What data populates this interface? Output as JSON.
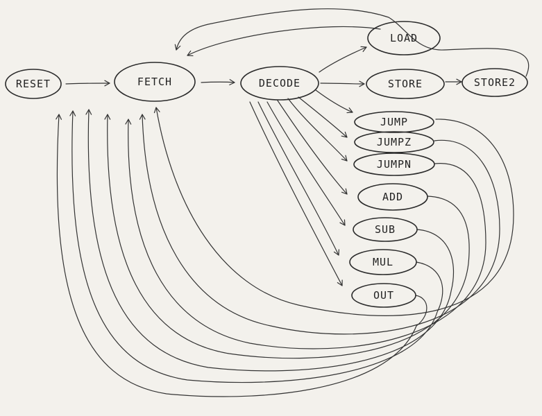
{
  "diagram": {
    "nodes": {
      "reset": {
        "label": "RESET"
      },
      "fetch": {
        "label": "FETCH"
      },
      "decode": {
        "label": "DECODE"
      },
      "load": {
        "label": "LOAD"
      },
      "store": {
        "label": "STORE"
      },
      "store2": {
        "label": "STORE2"
      },
      "jump": {
        "label": "JUMP"
      },
      "jumpz": {
        "label": "JUMPZ"
      },
      "jumpn": {
        "label": "JUMPN"
      },
      "add": {
        "label": "ADD"
      },
      "sub": {
        "label": "SUB"
      },
      "mul": {
        "label": "MUL"
      },
      "out": {
        "label": "OUT"
      }
    },
    "edges": [
      {
        "from": "reset",
        "to": "fetch"
      },
      {
        "from": "fetch",
        "to": "decode"
      },
      {
        "from": "decode",
        "to": "load"
      },
      {
        "from": "decode",
        "to": "store"
      },
      {
        "from": "store",
        "to": "store2"
      },
      {
        "from": "decode",
        "to": "jump"
      },
      {
        "from": "decode",
        "to": "jumpz"
      },
      {
        "from": "decode",
        "to": "jumpn"
      },
      {
        "from": "decode",
        "to": "add"
      },
      {
        "from": "decode",
        "to": "sub"
      },
      {
        "from": "decode",
        "to": "mul"
      },
      {
        "from": "decode",
        "to": "out"
      },
      {
        "from": "store2",
        "to": "fetch"
      },
      {
        "from": "load",
        "to": "fetch"
      },
      {
        "from": "jump",
        "to": "fetch"
      },
      {
        "from": "jumpz",
        "to": "fetch"
      },
      {
        "from": "jumpn",
        "to": "fetch"
      },
      {
        "from": "add",
        "to": "fetch"
      },
      {
        "from": "sub",
        "to": "fetch"
      },
      {
        "from": "mul",
        "to": "fetch"
      },
      {
        "from": "out",
        "to": "fetch"
      }
    ]
  }
}
